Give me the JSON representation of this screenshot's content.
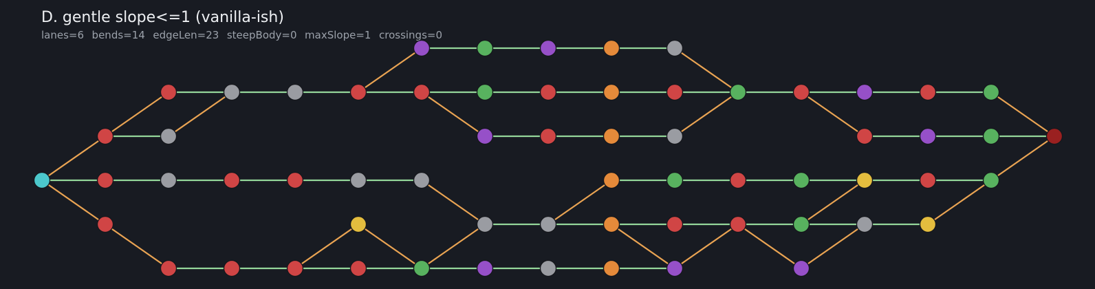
{
  "title": "D. gentle slope<=1 (vanilla-ish)",
  "subtitle": "lanes=6  bends=14  edgeLen=23  steepBody=0  maxSlope=1  crossings=0",
  "colors": {
    "background": "#181b22",
    "straight_edge": "#94d79a",
    "bend_edge": "#eaa453",
    "cyan": "#4cc8cc",
    "red": "#d04545",
    "gray": "#9a9ca2",
    "green": "#58b25f",
    "purple": "#9650c8",
    "orange": "#e58a3a",
    "yellow": "#e4bd3e",
    "darkred": "#9a2020"
  },
  "graph": {
    "columns": 17,
    "lanes": 6,
    "nodes": [
      {
        "id": "n0",
        "c": 0,
        "l": 3,
        "color": "cyan"
      },
      {
        "id": "n1",
        "c": 1,
        "l": 2,
        "color": "red"
      },
      {
        "id": "n2",
        "c": 1,
        "l": 3,
        "color": "red"
      },
      {
        "id": "n3",
        "c": 1,
        "l": 4,
        "color": "red"
      },
      {
        "id": "n4",
        "c": 2,
        "l": 1,
        "color": "red"
      },
      {
        "id": "n5",
        "c": 2,
        "l": 2,
        "color": "gray"
      },
      {
        "id": "n6",
        "c": 2,
        "l": 3,
        "color": "gray"
      },
      {
        "id": "n7",
        "c": 2,
        "l": 5,
        "color": "red"
      },
      {
        "id": "n8",
        "c": 3,
        "l": 1,
        "color": "gray"
      },
      {
        "id": "n9",
        "c": 3,
        "l": 3,
        "color": "red"
      },
      {
        "id": "n10",
        "c": 3,
        "l": 5,
        "color": "red"
      },
      {
        "id": "n11",
        "c": 4,
        "l": 1,
        "color": "gray"
      },
      {
        "id": "n12",
        "c": 4,
        "l": 3,
        "color": "red"
      },
      {
        "id": "n13",
        "c": 4,
        "l": 5,
        "color": "red"
      },
      {
        "id": "n14",
        "c": 5,
        "l": 1,
        "color": "red"
      },
      {
        "id": "n15",
        "c": 5,
        "l": 3,
        "color": "gray"
      },
      {
        "id": "n16",
        "c": 5,
        "l": 4,
        "color": "yellow"
      },
      {
        "id": "n17",
        "c": 5,
        "l": 5,
        "color": "red"
      },
      {
        "id": "n18",
        "c": 6,
        "l": 0,
        "color": "purple"
      },
      {
        "id": "n19",
        "c": 6,
        "l": 1,
        "color": "red"
      },
      {
        "id": "n20",
        "c": 6,
        "l": 3,
        "color": "gray"
      },
      {
        "id": "n21",
        "c": 6,
        "l": 5,
        "color": "green"
      },
      {
        "id": "n22",
        "c": 7,
        "l": 0,
        "color": "green"
      },
      {
        "id": "n23",
        "c": 7,
        "l": 1,
        "color": "green"
      },
      {
        "id": "n24",
        "c": 7,
        "l": 2,
        "color": "purple"
      },
      {
        "id": "n25",
        "c": 7,
        "l": 4,
        "color": "gray"
      },
      {
        "id": "n26",
        "c": 7,
        "l": 5,
        "color": "purple"
      },
      {
        "id": "n27",
        "c": 8,
        "l": 0,
        "color": "purple"
      },
      {
        "id": "n28",
        "c": 8,
        "l": 1,
        "color": "red"
      },
      {
        "id": "n29",
        "c": 8,
        "l": 2,
        "color": "red"
      },
      {
        "id": "n30",
        "c": 8,
        "l": 4,
        "color": "gray"
      },
      {
        "id": "n31",
        "c": 8,
        "l": 5,
        "color": "gray"
      },
      {
        "id": "n32",
        "c": 9,
        "l": 0,
        "color": "orange"
      },
      {
        "id": "n33",
        "c": 9,
        "l": 1,
        "color": "orange"
      },
      {
        "id": "n34",
        "c": 9,
        "l": 2,
        "color": "orange"
      },
      {
        "id": "n35",
        "c": 9,
        "l": 3,
        "color": "orange"
      },
      {
        "id": "n36",
        "c": 9,
        "l": 4,
        "color": "orange"
      },
      {
        "id": "n37",
        "c": 9,
        "l": 5,
        "color": "orange"
      },
      {
        "id": "n38",
        "c": 10,
        "l": 0,
        "color": "gray"
      },
      {
        "id": "n39",
        "c": 10,
        "l": 1,
        "color": "red"
      },
      {
        "id": "n40",
        "c": 10,
        "l": 2,
        "color": "gray"
      },
      {
        "id": "n41",
        "c": 10,
        "l": 3,
        "color": "green"
      },
      {
        "id": "n42",
        "c": 10,
        "l": 4,
        "color": "red"
      },
      {
        "id": "n43",
        "c": 10,
        "l": 5,
        "color": "purple"
      },
      {
        "id": "n44",
        "c": 11,
        "l": 1,
        "color": "green"
      },
      {
        "id": "n45",
        "c": 11,
        "l": 3,
        "color": "red"
      },
      {
        "id": "n46",
        "c": 11,
        "l": 4,
        "color": "red"
      },
      {
        "id": "n47",
        "c": 12,
        "l": 1,
        "color": "red"
      },
      {
        "id": "n48",
        "c": 12,
        "l": 3,
        "color": "green"
      },
      {
        "id": "n49",
        "c": 12,
        "l": 4,
        "color": "green"
      },
      {
        "id": "n50",
        "c": 12,
        "l": 5,
        "color": "purple"
      },
      {
        "id": "n51",
        "c": 13,
        "l": 1,
        "color": "purple"
      },
      {
        "id": "n52",
        "c": 13,
        "l": 2,
        "color": "red"
      },
      {
        "id": "n53",
        "c": 13,
        "l": 3,
        "color": "yellow"
      },
      {
        "id": "n54",
        "c": 13,
        "l": 4,
        "color": "gray"
      },
      {
        "id": "n55",
        "c": 14,
        "l": 1,
        "color": "red"
      },
      {
        "id": "n56",
        "c": 14,
        "l": 2,
        "color": "purple"
      },
      {
        "id": "n57",
        "c": 14,
        "l": 3,
        "color": "red"
      },
      {
        "id": "n58",
        "c": 14,
        "l": 4,
        "color": "yellow"
      },
      {
        "id": "n59",
        "c": 15,
        "l": 1,
        "color": "green"
      },
      {
        "id": "n60",
        "c": 15,
        "l": 2,
        "color": "green"
      },
      {
        "id": "n61",
        "c": 15,
        "l": 3,
        "color": "green"
      },
      {
        "id": "n62",
        "c": 16,
        "l": 2,
        "color": "darkred"
      }
    ],
    "edges": [
      [
        "n0",
        "n1"
      ],
      [
        "n0",
        "n2"
      ],
      [
        "n0",
        "n3"
      ],
      [
        "n1",
        "n4"
      ],
      [
        "n1",
        "n5"
      ],
      [
        "n2",
        "n6"
      ],
      [
        "n3",
        "n7"
      ],
      [
        "n4",
        "n8"
      ],
      [
        "n5",
        "n8"
      ],
      [
        "n6",
        "n9"
      ],
      [
        "n7",
        "n10"
      ],
      [
        "n8",
        "n11"
      ],
      [
        "n9",
        "n12"
      ],
      [
        "n10",
        "n13"
      ],
      [
        "n11",
        "n14"
      ],
      [
        "n12",
        "n15"
      ],
      [
        "n13",
        "n16"
      ],
      [
        "n13",
        "n17"
      ],
      [
        "n14",
        "n18"
      ],
      [
        "n14",
        "n19"
      ],
      [
        "n15",
        "n20"
      ],
      [
        "n16",
        "n21"
      ],
      [
        "n17",
        "n21"
      ],
      [
        "n18",
        "n22"
      ],
      [
        "n19",
        "n23"
      ],
      [
        "n19",
        "n24"
      ],
      [
        "n20",
        "n25"
      ],
      [
        "n21",
        "n25"
      ],
      [
        "n21",
        "n26"
      ],
      [
        "n22",
        "n27"
      ],
      [
        "n23",
        "n28"
      ],
      [
        "n24",
        "n29"
      ],
      [
        "n25",
        "n30"
      ],
      [
        "n26",
        "n31"
      ],
      [
        "n27",
        "n32"
      ],
      [
        "n28",
        "n33"
      ],
      [
        "n29",
        "n34"
      ],
      [
        "n30",
        "n35"
      ],
      [
        "n30",
        "n36"
      ],
      [
        "n31",
        "n37"
      ],
      [
        "n32",
        "n38"
      ],
      [
        "n33",
        "n39"
      ],
      [
        "n34",
        "n40"
      ],
      [
        "n35",
        "n41"
      ],
      [
        "n36",
        "n42"
      ],
      [
        "n36",
        "n43"
      ],
      [
        "n37",
        "n43"
      ],
      [
        "n38",
        "n44"
      ],
      [
        "n39",
        "n44"
      ],
      [
        "n40",
        "n44"
      ],
      [
        "n41",
        "n45"
      ],
      [
        "n42",
        "n46"
      ],
      [
        "n43",
        "n46"
      ],
      [
        "n44",
        "n47"
      ],
      [
        "n45",
        "n48"
      ],
      [
        "n46",
        "n49"
      ],
      [
        "n46",
        "n50"
      ],
      [
        "n47",
        "n51"
      ],
      [
        "n47",
        "n52"
      ],
      [
        "n48",
        "n53"
      ],
      [
        "n49",
        "n53"
      ],
      [
        "n49",
        "n54"
      ],
      [
        "n50",
        "n54"
      ],
      [
        "n51",
        "n55"
      ],
      [
        "n52",
        "n56"
      ],
      [
        "n53",
        "n57"
      ],
      [
        "n54",
        "n58"
      ],
      [
        "n55",
        "n59"
      ],
      [
        "n56",
        "n60"
      ],
      [
        "n57",
        "n61"
      ],
      [
        "n58",
        "n61"
      ],
      [
        "n59",
        "n62"
      ],
      [
        "n60",
        "n62"
      ],
      [
        "n61",
        "n62"
      ]
    ]
  }
}
